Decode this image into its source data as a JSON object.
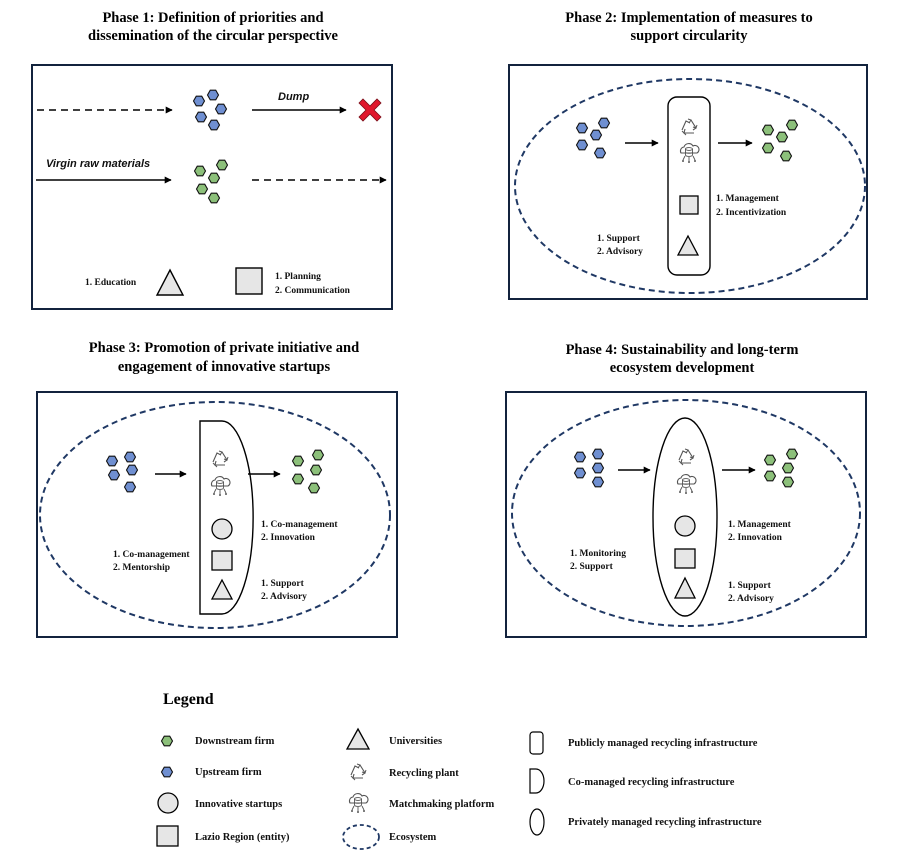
{
  "colors": {
    "panel_border": "#13233d",
    "ecosystem_dash": "#1f3864",
    "upstream_hex": "#6f8fd1",
    "downstream_hex": "#8cc07a",
    "shape_fill": "#e6e6e6",
    "cross": "#e0182d"
  },
  "phase1": {
    "title_line1": "Phase 1: Definition of priorities and",
    "title_line2": "dissemination of the circular perspective",
    "dump": "Dump",
    "virgin": "Virgin raw materials",
    "education": "1. Education",
    "planning": "1.  Planning",
    "communication": "2. Communication"
  },
  "phase2": {
    "title_line1": "Phase 2: Implementation of measures to",
    "title_line2": "support circularity",
    "management": "1. Management",
    "incentivization": "2. Incentivization",
    "support": "1. Support",
    "advisory": "2. Advisory"
  },
  "phase3": {
    "title_line1": "Phase 3: Promotion of private initiative and",
    "title_line2": "engagement of innovative startups",
    "comanagement": "1. Co-management",
    "innovation": "2. Innovation",
    "comanagement_left": "1. Co-management",
    "mentorship": "2. Mentorship",
    "support": "1. Support",
    "advisory": "2. Advisory"
  },
  "phase4": {
    "title_line1": "Phase 4: Sustainability and long-term",
    "title_line2": "ecosystem development",
    "management": "1. Management",
    "innovation": "2. Innovation",
    "monitoring": "1. Monitoring",
    "support_left": "2. Support",
    "support": "1. Support",
    "advisory": "2. Advisory"
  },
  "legend": {
    "title": "Legend",
    "downstream": "Downstream firm",
    "upstream": "Upstream firm",
    "startups": "Innovative startups",
    "lazio": "Lazio Region (entity)",
    "universities": "Universities",
    "recycling_plant": "Recycling plant",
    "matchmaking": "Matchmaking platform",
    "ecosystem": "Ecosystem",
    "public_infra": "Publicly managed recycling infrastructure",
    "comanaged_infra": "Co-managed recycling infrastructure",
    "private_infra": "Privately managed recycling infrastructure"
  }
}
